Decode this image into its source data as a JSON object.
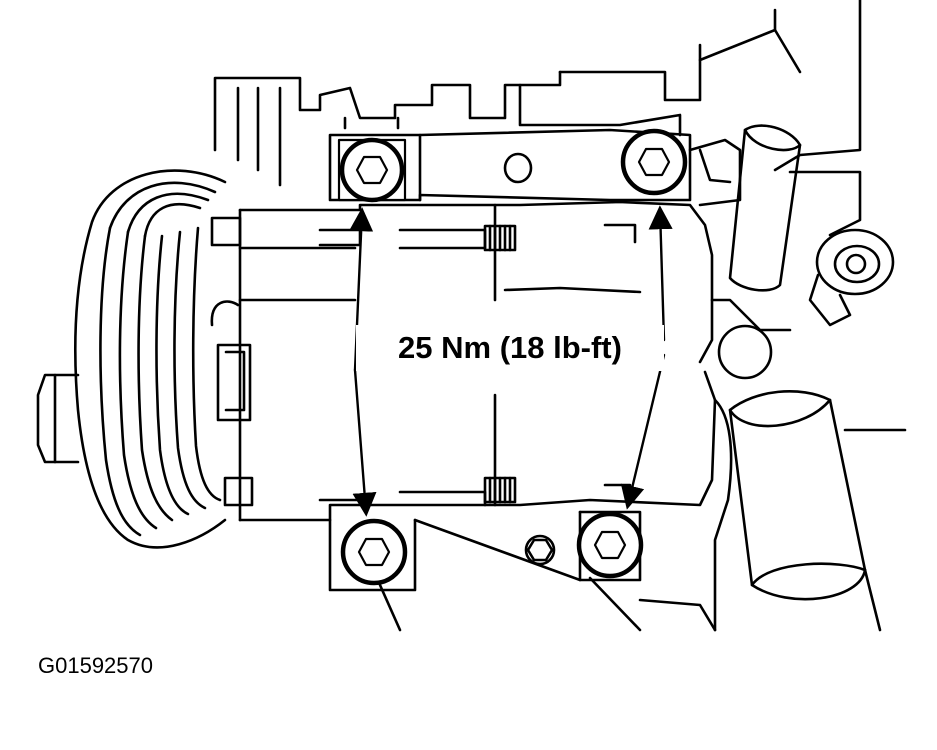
{
  "diagram": {
    "torque_callout": "25 Nm (18 lb-ft)",
    "figure_id": "G01592570",
    "line_color": "#000000",
    "background": "#ffffff",
    "bolt_count": 4
  }
}
